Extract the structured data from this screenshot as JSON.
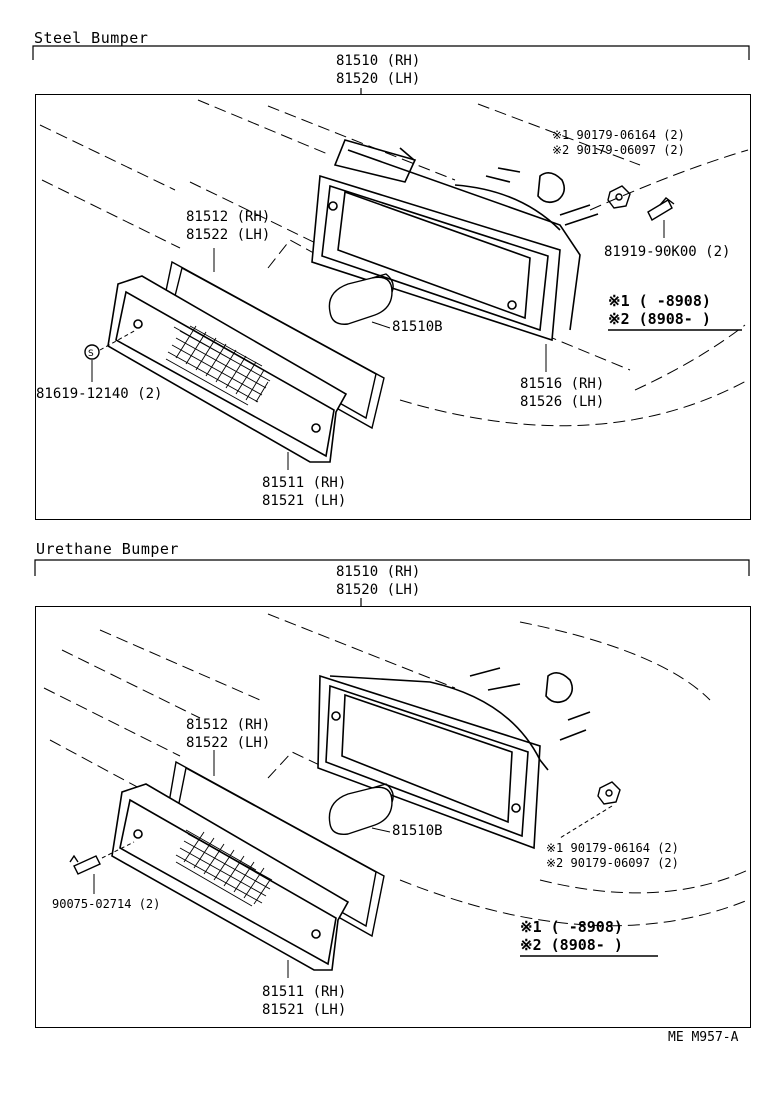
{
  "page_code": "ME  M957-A",
  "steel": {
    "title": "Steel Bumper",
    "assembly_rh": "81510 (RH)",
    "assembly_lh": "81520 (LH)",
    "gasket_rh": "81512 (RH)",
    "gasket_lh": "81522 (LH)",
    "bulb": "81510B",
    "screw": "81619-12140 (2)",
    "lens_rh": "81511 (RH)",
    "lens_lh": "81521 (LH)",
    "housing_rh": "81516 (RH)",
    "housing_lh": "81526 (LH)",
    "nut_1": "※1 90179-06164 (2)",
    "nut_2": "※2 90179-06097 (2)",
    "bolt": "81919-90K00 (2)",
    "note_1": "※1 (    -8908)",
    "note_2": "※2 (8908-      )"
  },
  "urethane": {
    "title": "Urethane Bumper",
    "assembly_rh": "81510 (RH)",
    "assembly_lh": "81520 (LH)",
    "gasket_rh": "81512 (RH)",
    "gasket_lh": "81522 (LH)",
    "bulb": "81510B",
    "screw": "90075-02714 (2)",
    "lens_rh": "81511 (RH)",
    "lens_lh": "81521 (LH)",
    "nut_1": "※1 90179-06164 (2)",
    "nut_2": "※2 90179-06097 (2)",
    "note_1": "※1 (    -8908)",
    "note_2": "※2 (8908-      )"
  }
}
